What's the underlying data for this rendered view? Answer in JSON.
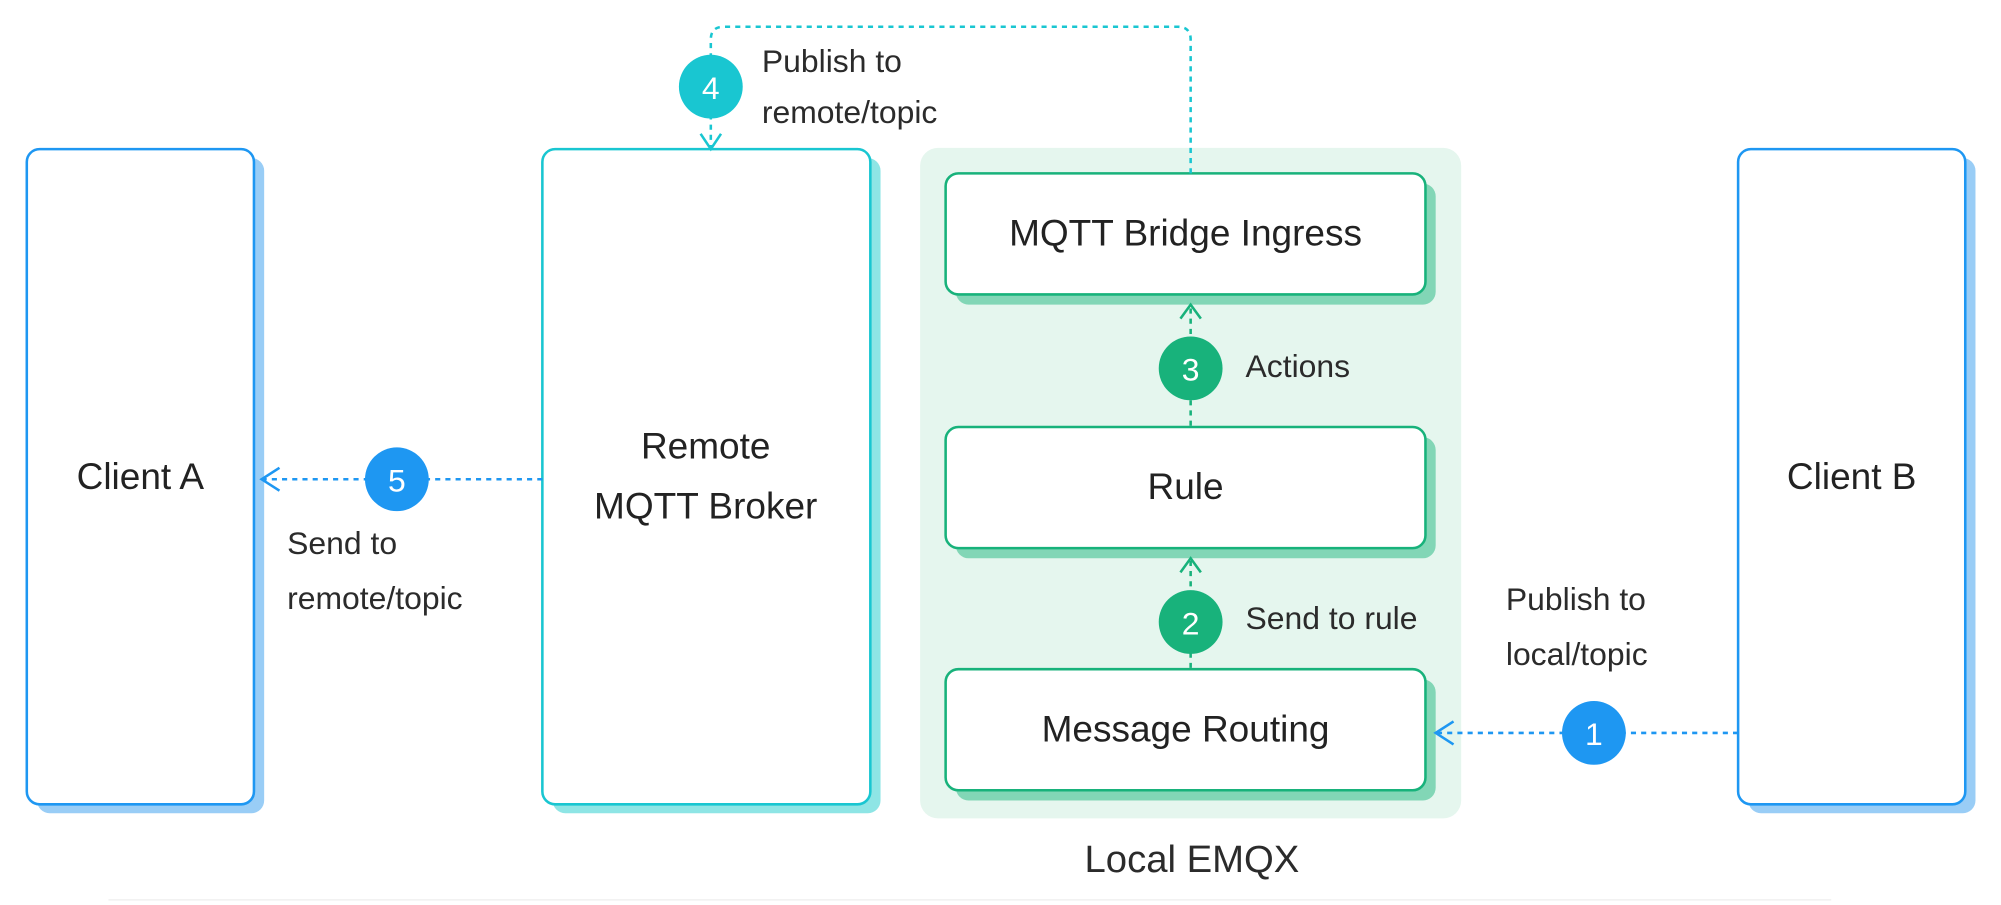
{
  "colors": {
    "blue": "#1e97f2",
    "blue_shadow": "#99cdf6",
    "cyan": "#19c6d1",
    "cyan_shadow": "#8ee5e5",
    "green": "#18b27b",
    "green_shadow": "#82d6b6",
    "region_fill": "#e5f6ee",
    "box_fill": "#ffffff",
    "text": "#222222"
  },
  "boxes": {
    "client_a": "Client A",
    "client_b": "Client B",
    "remote_broker_line1": "Remote",
    "remote_broker_line2": "MQTT Broker",
    "bridge_ingress": "MQTT Bridge Ingress",
    "rule": "Rule",
    "message_routing": "Message Routing"
  },
  "region": {
    "label": "Local EMQX"
  },
  "steps": [
    {
      "number": "1",
      "line1": "Publish to",
      "line2": "local/topic"
    },
    {
      "number": "2",
      "line1": "Send to rule",
      "line2": ""
    },
    {
      "number": "3",
      "line1": "Actions",
      "line2": ""
    },
    {
      "number": "4",
      "line1": "Publish to",
      "line2": "remote/topic"
    },
    {
      "number": "5",
      "line1": "Send to",
      "line2": "remote/topic"
    }
  ]
}
